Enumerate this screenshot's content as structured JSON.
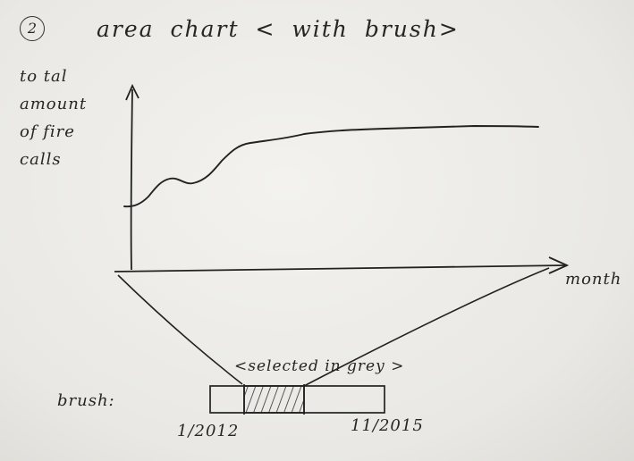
{
  "title": {
    "number": "2",
    "text": "area chart < with brush>"
  },
  "chart": {
    "ylabel": "to tal\namount\nof fire\ncalls",
    "xlabel": "month"
  },
  "brush": {
    "label": "brush:",
    "note": "<selected in grey >",
    "start_label": "1/2012",
    "end_label": "11/2015"
  },
  "colors": {
    "ink": "#262626",
    "paper": "#ecebe8"
  }
}
